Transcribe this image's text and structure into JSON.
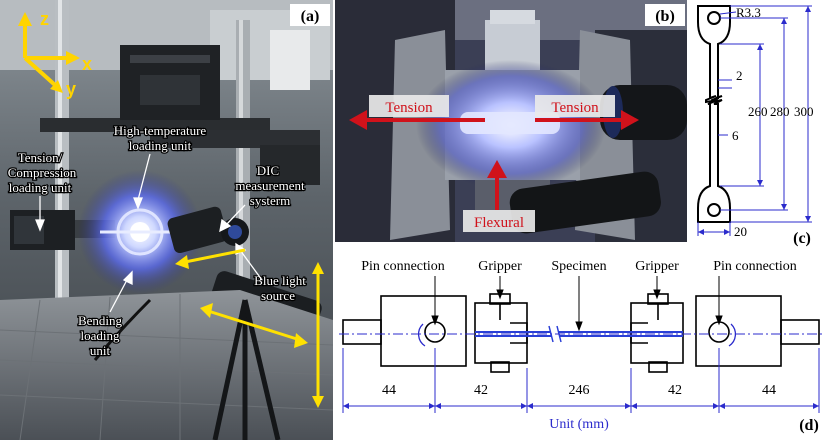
{
  "panel_a": {
    "tag": "(a)",
    "axes": {
      "z": "z",
      "x": "x",
      "y": "y"
    },
    "labels": {
      "high_temp_1": "High-temperature",
      "high_temp_2": "loading unit",
      "tension_1": "Tension/",
      "tension_2": "Compression",
      "tension_3": "loading unit",
      "dic_1": "DIC",
      "dic_2": "measurement",
      "dic_3": "systerm",
      "blue_1": "Blue light",
      "blue_2": "source",
      "bend_1": "Bending",
      "bend_2": "loading",
      "bend_3": "unit"
    },
    "colors": {
      "axis": "#ffd400",
      "annotation": "#ffe100"
    }
  },
  "panel_b": {
    "tag": "(b)",
    "tension_left": "Tension",
    "tension_right": "Tension",
    "flexural": "Flexural",
    "colors": {
      "arrow": "#d0121b"
    }
  },
  "panel_c": {
    "tag": "(c)",
    "radius": "R3.3",
    "dims": {
      "d2": "2",
      "d6": "6",
      "d20": "20",
      "d260": "260",
      "d280": "280",
      "d300": "300"
    }
  },
  "panel_d": {
    "tag": "(d)",
    "labels": {
      "pin_left": "Pin connection",
      "gripper_left": "Gripper",
      "specimen": "Specimen",
      "gripper_right": "Gripper",
      "pin_right": "Pin connection"
    },
    "dims": [
      "44",
      "42",
      "246",
      "42",
      "44"
    ],
    "unit": "Unit (mm)",
    "colors": {
      "dimension": "#2b2bcc",
      "specimen": "#2a3fd6"
    }
  }
}
